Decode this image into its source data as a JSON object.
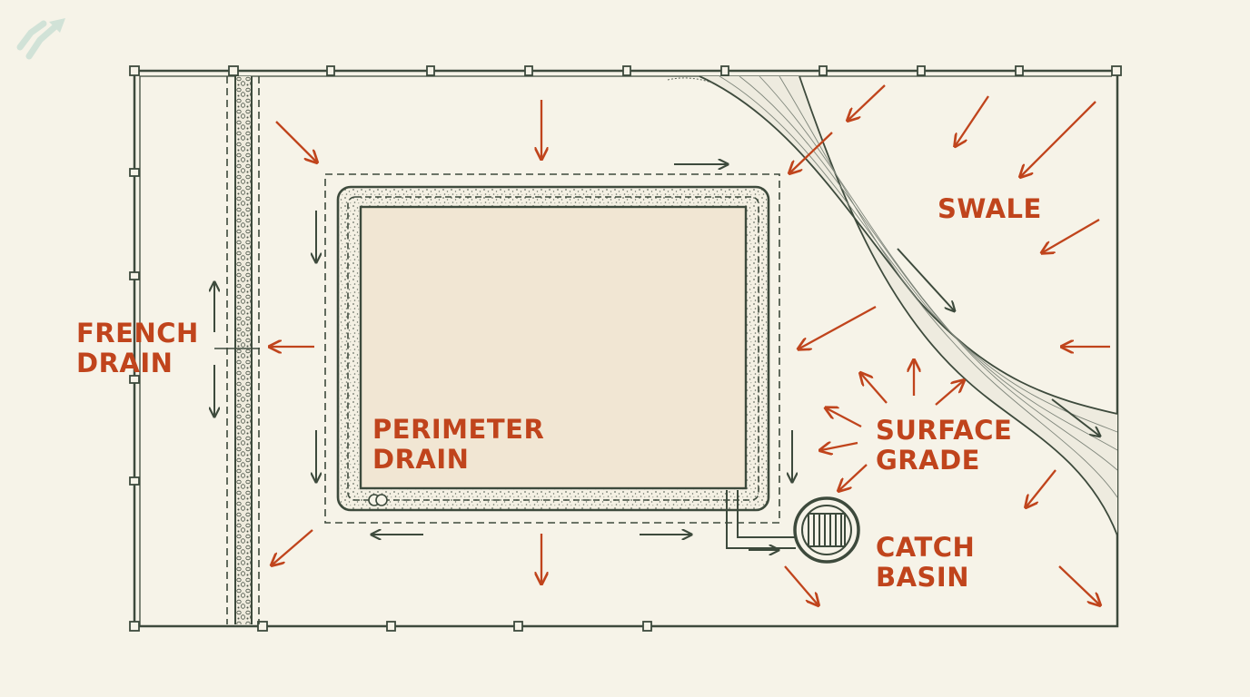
{
  "labels": {
    "french_drain": [
      "FRENCH",
      "DRAIN"
    ],
    "perimeter_drain": [
      "PERIMETER",
      "DRAIN"
    ],
    "swale": [
      "SWALE"
    ],
    "surface_grade": [
      "SURFACE",
      "GRADE"
    ],
    "catch_basin": [
      "CATCH",
      "BASIN"
    ]
  },
  "icons": {
    "logo": "double-chevron-logo-icon",
    "runoff_arrow": "runoff-arrow-icon",
    "flow_arrow": "flow-direction-arrow-icon",
    "grate": "catch-basin-grate-icon"
  },
  "colors": {
    "background": "#f6f3e8",
    "linework": "#3d4a3c",
    "runoff_arrows": "#c0441c",
    "labels": "#c0441c",
    "building_fill": "#f1e6d3",
    "swale_fill": "#eeebdf"
  }
}
